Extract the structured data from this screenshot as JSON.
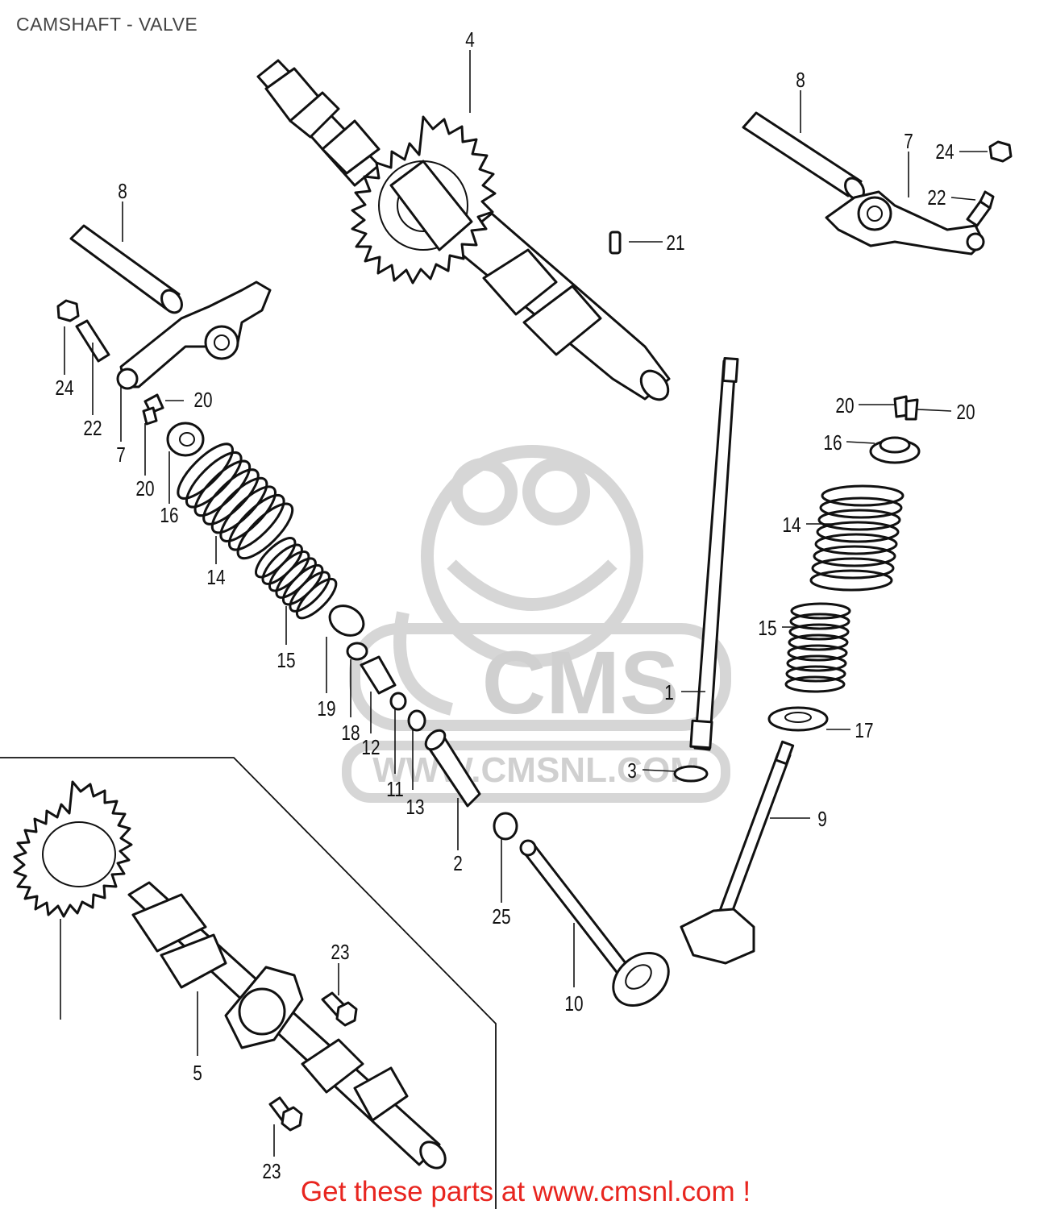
{
  "title": "CAMSHAFT - VALVE",
  "footer": "Get these parts at www.cmsnl.com !",
  "watermark": {
    "logo": "CMS",
    "url": "WWW.CMSNL.COM"
  },
  "colors": {
    "ink": "#111111",
    "title": "#444444",
    "footer": "#e8251f",
    "watermark": "#d0d0d0"
  },
  "callouts": {
    "c1": "1",
    "c2": "2",
    "c3": "3",
    "c4": "4",
    "c5": "5",
    "c7a": "7",
    "c7b": "7",
    "c8a": "8",
    "c8b": "8",
    "c9": "9",
    "c10": "10",
    "c11": "11",
    "c12": "12",
    "c13": "13",
    "c14a": "14",
    "c14b": "14",
    "c15a": "15",
    "c15b": "15",
    "c16a": "16",
    "c16b": "16",
    "c17": "17",
    "c18": "18",
    "c19": "19",
    "c20a": "20",
    "c20b": "20",
    "c20c": "20",
    "c20d": "20",
    "c21": "21",
    "c22a": "22",
    "c22b": "22",
    "c23a": "23",
    "c23b": "23",
    "c24a": "24",
    "c24b": "24",
    "c25": "25"
  }
}
